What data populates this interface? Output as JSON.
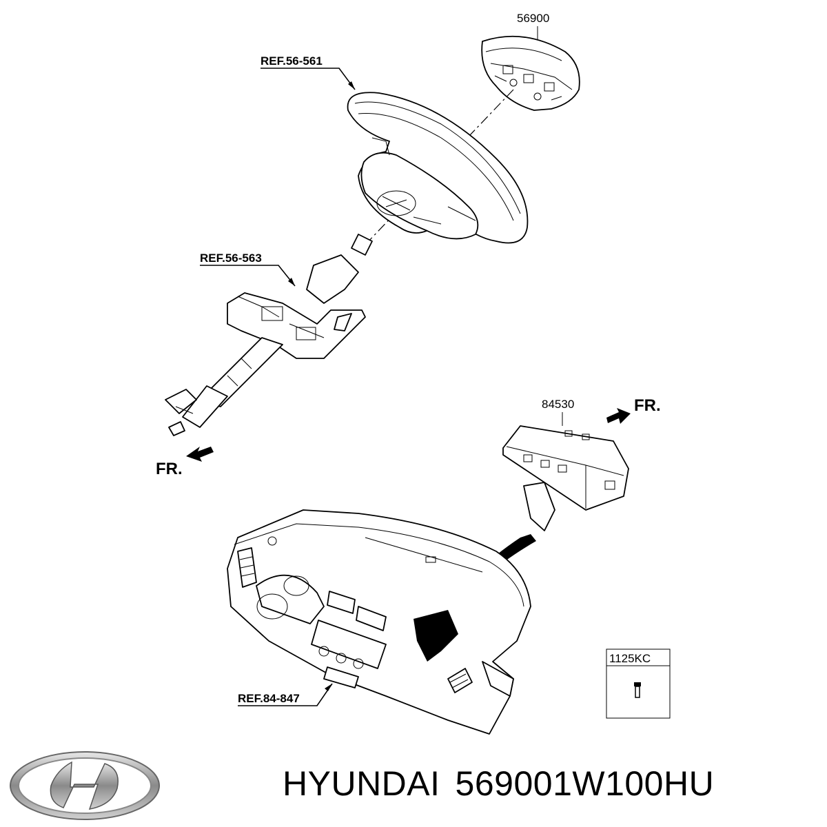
{
  "callouts": {
    "airbag_driver": "56900",
    "steering_wheel_ref": "REF.56-561",
    "steering_column_ref": "REF.56-563",
    "airbag_passenger": "84530",
    "dashboard_ref": "REF.84-847",
    "bolt": "1125KC"
  },
  "direction": {
    "front_left": "FR.",
    "front_right": "FR."
  },
  "footer": {
    "brand": "HYUNDAI",
    "part_number": "569001W100HU"
  },
  "logo": {
    "brand": "Hyundai",
    "icon": "hyundai-logo"
  }
}
